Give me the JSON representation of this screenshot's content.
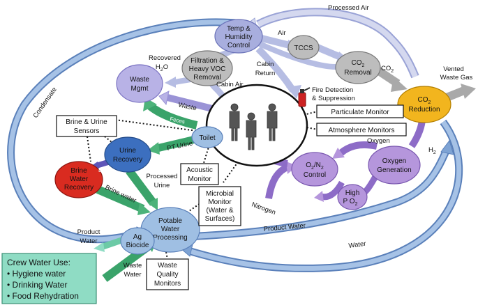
{
  "nodes": {
    "temp_humidity": [
      "Temp &",
      "Humidity",
      "Control"
    ],
    "tccs": "TCCS",
    "co2_removal": [
      "CO",
      "2",
      "Removal"
    ],
    "co2_reduction": [
      "CO",
      "2",
      "Reduction"
    ],
    "filtration": [
      "Filtration &",
      "Heavy VOC",
      "Removal"
    ],
    "waste_mgmt": [
      "Waste",
      "Mgmt"
    ],
    "toilet": "Toilet",
    "urine_recovery": [
      "Urine",
      "Recovery"
    ],
    "brine_recovery": [
      "Brine",
      "Water",
      "Recovery"
    ],
    "potable_water": [
      "Potable",
      "Water",
      "Processing"
    ],
    "ag_biocide": [
      "Ag",
      "Biocide"
    ],
    "o2n2_control": [
      "O",
      "2",
      "/N",
      "2",
      "Control"
    ],
    "high_po2": [
      "High",
      "P O",
      "2"
    ],
    "oxygen_generation": [
      "Oxygen",
      "Generation"
    ]
  },
  "boxes": {
    "brine_urine_sensors": [
      "Brine & Urine",
      "Sensors"
    ],
    "particulate_monitor": "Particulate Monitor",
    "atmosphere_monitors": "Atmosphere Monitors",
    "acoustic_monitor": [
      "Acoustic",
      "Monitor"
    ],
    "microbial_monitor": [
      "Microbial",
      "Monitor",
      "(Water &",
      "Surfaces)"
    ],
    "waste_quality_monitors": [
      "Waste",
      "Quality",
      "Monitors"
    ]
  },
  "labels": {
    "processed_air": "Processed Air",
    "air": "Air",
    "co2": [
      "CO",
      "2"
    ],
    "vented_waste_gas": [
      "Vented",
      "Waste Gas"
    ],
    "recovered_h2o": [
      "Recovered",
      "H",
      "2",
      "O"
    ],
    "cabin_return": [
      "Cabin",
      "Return"
    ],
    "cabin_air": "Cabin Air",
    "fire_detection": [
      "Fire Detection",
      "& Suppression"
    ],
    "condensate": "Condensate",
    "waste": "Waste",
    "feces": "Feces",
    "pt_urine": "PT Urine",
    "brine": "Brine",
    "brine_water": "Brine water",
    "processed_urine": [
      "Processed",
      "Urine"
    ],
    "oxygen": "Oxygen",
    "h2": [
      "H",
      "2"
    ],
    "nitrogen": "Nitrogen",
    "product_water_right": "Product Water",
    "water": "Water",
    "product_water_left": [
      "Product",
      "Water"
    ],
    "waste_water": [
      "Waste",
      "Water"
    ]
  },
  "crew_water_use": {
    "title": "Crew Water Use:",
    "items": [
      "• Hygiene water",
      "• Drinking Water",
      "• Food Rehydration"
    ]
  },
  "colors": {
    "air_flow": "#c5cbe9",
    "loop_blue": "#7ea3d4",
    "purple": "#b596dc",
    "green": "#4db37a",
    "grey_node": "#bdbdbd",
    "waste_mgmt": "#b8b2e6",
    "urine_recovery": "#3c6fbf",
    "brine_recovery": "#d92b20",
    "potable": "#9fbfe3",
    "co2_reduction": "#f2b51e",
    "crew_box": "#8fdcc4",
    "fire": "#cc2222"
  }
}
